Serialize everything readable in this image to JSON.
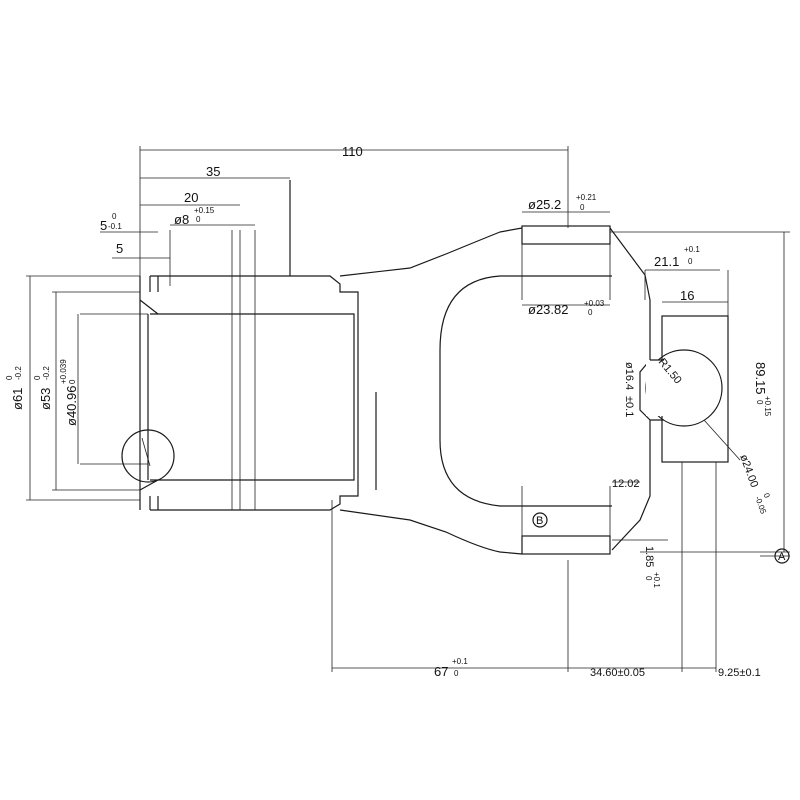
{
  "dimensions": {
    "overall_length": "110",
    "len_35": "35",
    "len_20": "20",
    "hole_dia": "ø8",
    "hole_dia_tol_upper": "+0.15",
    "hole_dia_tol_lower": "0",
    "groove_5": "5",
    "groove_5_tol_upper": "0",
    "groove_5_tol_lower": "-0.1",
    "groove_5b": "5",
    "outer_dia": "ø61",
    "outer_dia_tol_upper": "0",
    "outer_dia_tol_lower": "-0.2",
    "mid_dia": "ø53",
    "mid_dia_tol_upper": "0",
    "mid_dia_tol_lower": "-0.2",
    "bore_dia": "ø40.96",
    "bore_dia_tol_upper": "+0.039",
    "bore_dia_tol_lower": "0",
    "ear_bore_top": "ø25.2",
    "ear_bore_top_tol_upper": "+0.21",
    "ear_bore_top_tol_lower": "0",
    "ear_bore_inner": "ø23.82",
    "ear_bore_inner_tol_upper": "+0.03",
    "ear_bore_inner_tol_lower": "0",
    "ear_width": "21.1",
    "ear_width_tol_upper": "+0.1",
    "ear_width_tol_lower": "0",
    "ear_16": "16",
    "cross_hole_dia": "ø16.4",
    "cross_hole_dia_tol": "±0.1",
    "radius": "R1.50",
    "yoke_span": "89.15",
    "yoke_span_tol_upper": "+0.15",
    "yoke_span_tol_lower": "0",
    "ball_dia": "ø24.00",
    "ball_dia_tol_upper": "0",
    "ball_dia_tol_lower": "-0.05",
    "ear_thk": "12.02",
    "clip_groove": "1.85",
    "clip_groove_tol_upper": "+0.1",
    "clip_groove_tol_lower": "0",
    "base_67": "67",
    "base_67_tol_upper": "+0.1",
    "base_67_tol_lower": "0",
    "base_34": "34.60±0.05",
    "base_925": "9.25±0.1"
  },
  "references": {
    "datum_a": "A",
    "datum_b": "B"
  }
}
